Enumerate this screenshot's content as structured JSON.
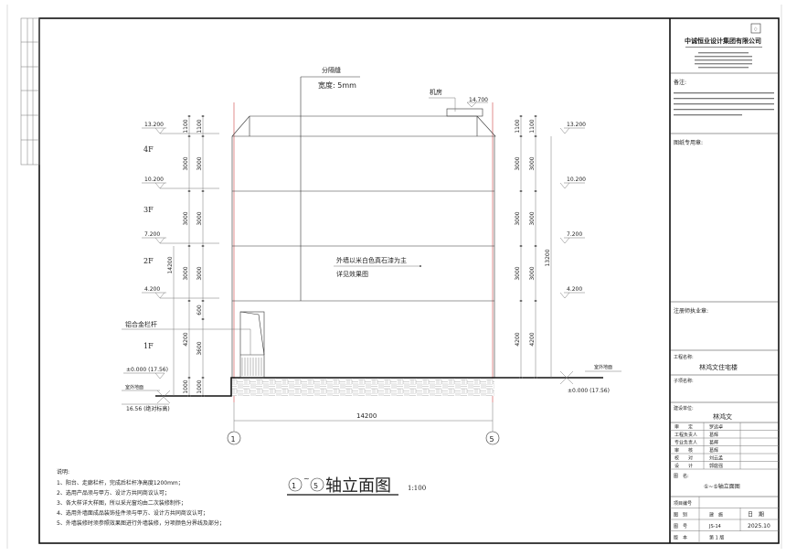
{
  "drawing": {
    "top_annotation": {
      "label": "分隔缝",
      "width": "宽度: 5mm"
    },
    "machine_room": {
      "label": "机房",
      "level": "14.700"
    },
    "levels_left": [
      "13.200",
      "10.200",
      "7.200",
      "4.200",
      "±0.000 (17.56)"
    ],
    "levels_right": [
      "13.200",
      "10.200",
      "7.200",
      "4.200",
      "±0.000 (17.56)"
    ],
    "floors": [
      "4F",
      "3F",
      "2F",
      "1F"
    ],
    "dims_left_outer": {
      "total": "14200"
    },
    "dims_left_mid": [
      "1100",
      "3000",
      "3000",
      "3000",
      "4200",
      "1000"
    ],
    "dims_left_inner": [
      "1100",
      "3000",
      "3000",
      "3000",
      "600",
      "3600",
      "1000"
    ],
    "dims_right_outer": {
      "total": "13200"
    },
    "dims_right_mid": [
      "1100",
      "3000",
      "3000",
      "3000",
      "4200"
    ],
    "dims_right_inner": [
      "1100",
      "3000",
      "3000",
      "3000",
      "4200"
    ],
    "railing_label": "铝合金栏杆",
    "outdoor_left": {
      "label": "室外地面",
      "abs": "16.56 (绝对标高)"
    },
    "outdoor_right": {
      "label": "室外地面"
    },
    "wall_note": {
      "line1": "外墙以米白色真石漆为主",
      "line2": "详见效果图"
    },
    "axis_span": "14200",
    "axes": [
      "1",
      "5"
    ]
  },
  "notes": {
    "heading": "说明:",
    "items": [
      "1、阳台、走廊栏杆，完成后栏杆净高度1200mm；",
      "2、选用产品须与甲方、设计方共同商议认可；",
      "3、各大样详大样图，所以采光窗均由二次装修制作；",
      "4、选用外墙面成品装饰挂件须与甲方、设计方共同商议认可；",
      "5、外墙装修时须参照效果图进行外墙装修，分项颜色分界线及部分；"
    ]
  },
  "title": {
    "axis_from": "1",
    "tilde": "~",
    "axis_to": "5",
    "name": "轴立面图",
    "scale": "1:100"
  },
  "title_block": {
    "company": "中诚恒业设计集团有限公司",
    "remarks_label": "备注:",
    "seal_label": "图纸专用章:",
    "reg_label": "注册师执业章:",
    "project_label": "工程名称:",
    "project": "林鸿文住宅楼",
    "subproject_label": "子项名称:",
    "client_label": "建设单位:",
    "client": "林鸿文",
    "signoff": [
      {
        "role": "审　　定",
        "name": "罗远卓"
      },
      {
        "role": "工程负责人",
        "name": "葛辉"
      },
      {
        "role": "专业负责人",
        "name": "葛辉"
      },
      {
        "role": "审　　核",
        "name": "葛辉"
      },
      {
        "role": "校　　对",
        "name": "刘云孟"
      },
      {
        "role": "设　　计",
        "name": "郭庭强"
      }
    ],
    "drawing_name_label": "图　名:",
    "drawing_name": "①~⑤轴立面图",
    "rows": [
      {
        "c1": "项目编号",
        "c2": "",
        "c3": ""
      },
      {
        "c1": "图　别",
        "c2": "建　施",
        "c3": "日　期"
      },
      {
        "c1": "图　号",
        "c2": "JS-14",
        "c3": "2025.10"
      },
      {
        "c1": "版　本",
        "c2": "第 1 版",
        "c3": ""
      }
    ]
  }
}
